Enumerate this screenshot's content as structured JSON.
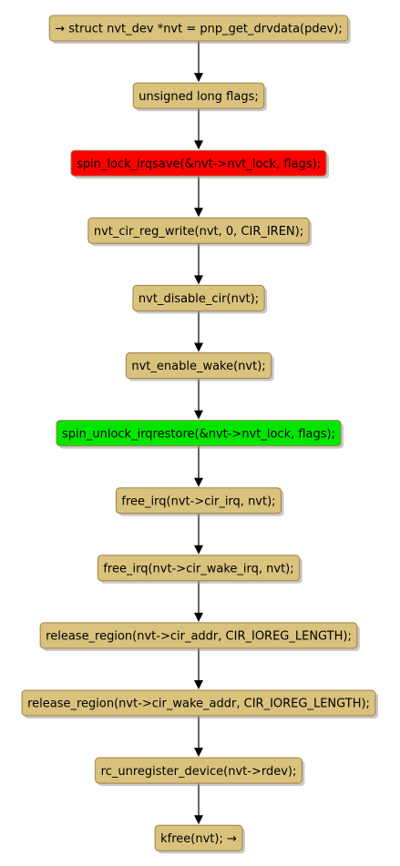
{
  "colors": {
    "default_fill": "#d9c27c",
    "lock_fill": "#ff0000",
    "unlock_fill": "#00e600",
    "border": "#a0804a",
    "arrow": "#000000",
    "text": "#000000"
  },
  "nodes": [
    {
      "id": "n1",
      "label": "→ struct nvt_dev *nvt = pnp_get_drvdata(pdev);",
      "kind": "default"
    },
    {
      "id": "n2",
      "label": "unsigned long flags;",
      "kind": "default"
    },
    {
      "id": "n3",
      "label": "spin_lock_irqsave(&nvt->nvt_lock, flags);",
      "kind": "lock"
    },
    {
      "id": "n4",
      "label": "nvt_cir_reg_write(nvt, 0, CIR_IREN);",
      "kind": "default"
    },
    {
      "id": "n5",
      "label": "nvt_disable_cir(nvt);",
      "kind": "default"
    },
    {
      "id": "n6",
      "label": "nvt_enable_wake(nvt);",
      "kind": "default"
    },
    {
      "id": "n7",
      "label": "spin_unlock_irqrestore(&nvt->nvt_lock, flags);",
      "kind": "unlock"
    },
    {
      "id": "n8",
      "label": "free_irq(nvt->cir_irq, nvt);",
      "kind": "default"
    },
    {
      "id": "n9",
      "label": "free_irq(nvt->cir_wake_irq, nvt);",
      "kind": "default"
    },
    {
      "id": "n10",
      "label": "release_region(nvt->cir_addr, CIR_IOREG_LENGTH);",
      "kind": "default"
    },
    {
      "id": "n11",
      "label": "release_region(nvt->cir_wake_addr, CIR_IOREG_LENGTH);",
      "kind": "default"
    },
    {
      "id": "n12",
      "label": "rc_unregister_device(nvt->rdev);",
      "kind": "default"
    },
    {
      "id": "n13",
      "label": "kfree(nvt); →",
      "kind": "default"
    }
  ],
  "edges": [
    [
      "n1",
      "n2"
    ],
    [
      "n2",
      "n3"
    ],
    [
      "n3",
      "n4"
    ],
    [
      "n4",
      "n5"
    ],
    [
      "n5",
      "n6"
    ],
    [
      "n6",
      "n7"
    ],
    [
      "n7",
      "n8"
    ],
    [
      "n8",
      "n9"
    ],
    [
      "n9",
      "n10"
    ],
    [
      "n10",
      "n11"
    ],
    [
      "n11",
      "n12"
    ],
    [
      "n12",
      "n13"
    ]
  ]
}
